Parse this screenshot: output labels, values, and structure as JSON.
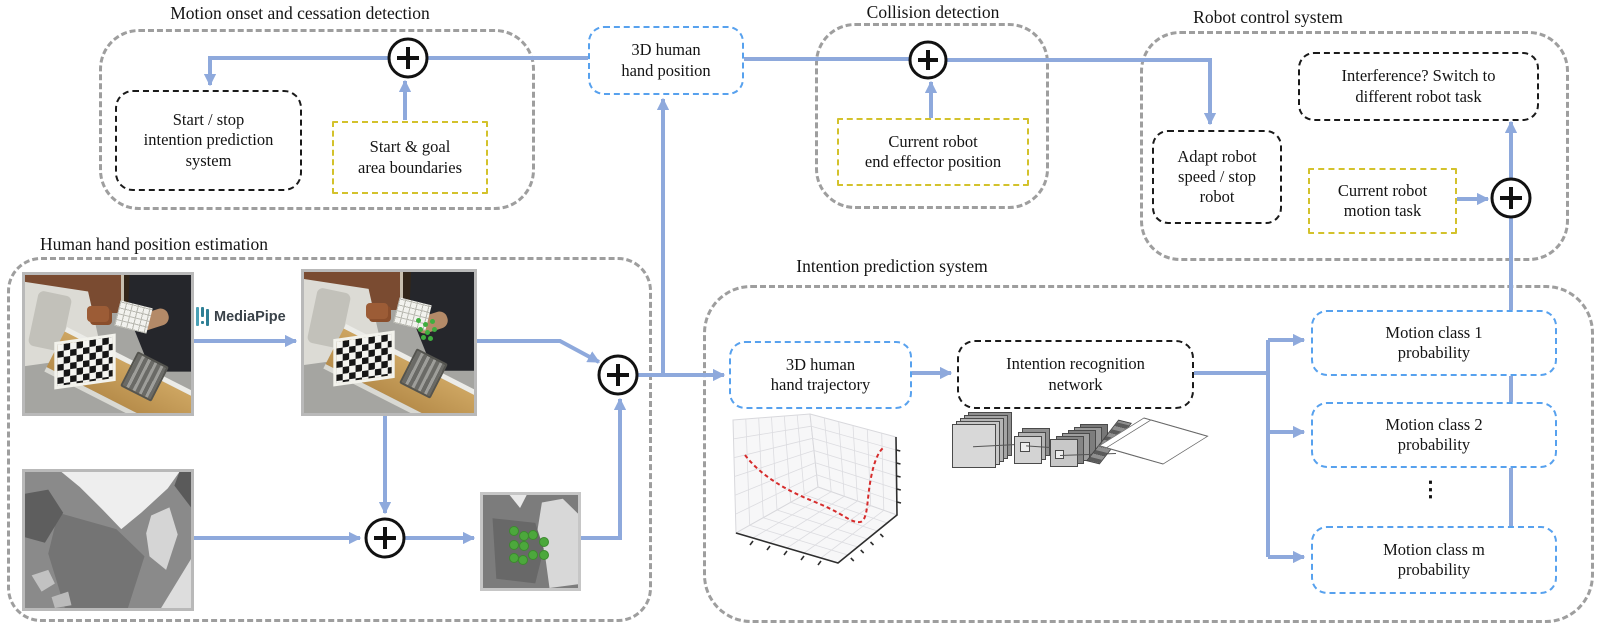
{
  "colors": {
    "connector_blue": "#8ea9dc",
    "container_gray": "#9e9e9e",
    "black_border": "#1a1a1a",
    "yellow_border": "#d3c22c",
    "blue_border": "#57a1ee",
    "trajectory_red": "#d62c2c",
    "landmark_green": "#4ca83c",
    "mediapipe_teal": "#2e7f95"
  },
  "groups": {
    "motion_onset": {
      "title": "Motion onset and cessation detection"
    },
    "collision": {
      "title": "Collision detection"
    },
    "robot_control": {
      "title": "Robot control system"
    },
    "hand_estimation": {
      "title": "Human hand position estimation"
    },
    "intention": {
      "title": "Intention prediction system"
    }
  },
  "boxes": {
    "start_stop": "Start / stop\nintention prediction\nsystem",
    "start_goal": "Start & goal\narea boundaries",
    "hand_position": "3D human\nhand position",
    "end_effector": "Current robot\nend effector position",
    "interference": "Interference? Switch to\ndifferent robot task",
    "adapt_robot": "Adapt robot\nspeed / stop\nrobot",
    "motion_task": "Current robot\nmotion task",
    "hand_trajectory": "3D human\nhand trajectory",
    "recognition_network": "Intention recognition\nnetwork",
    "motion_class_1": "Motion class 1\nprobability",
    "motion_class_2": "Motion class 2\nprobability",
    "motion_class_m": "Motion class m\nprobability"
  },
  "symbols": {
    "ellipsis": "⋮"
  },
  "logos": {
    "mediapipe": "MediaPipe"
  }
}
